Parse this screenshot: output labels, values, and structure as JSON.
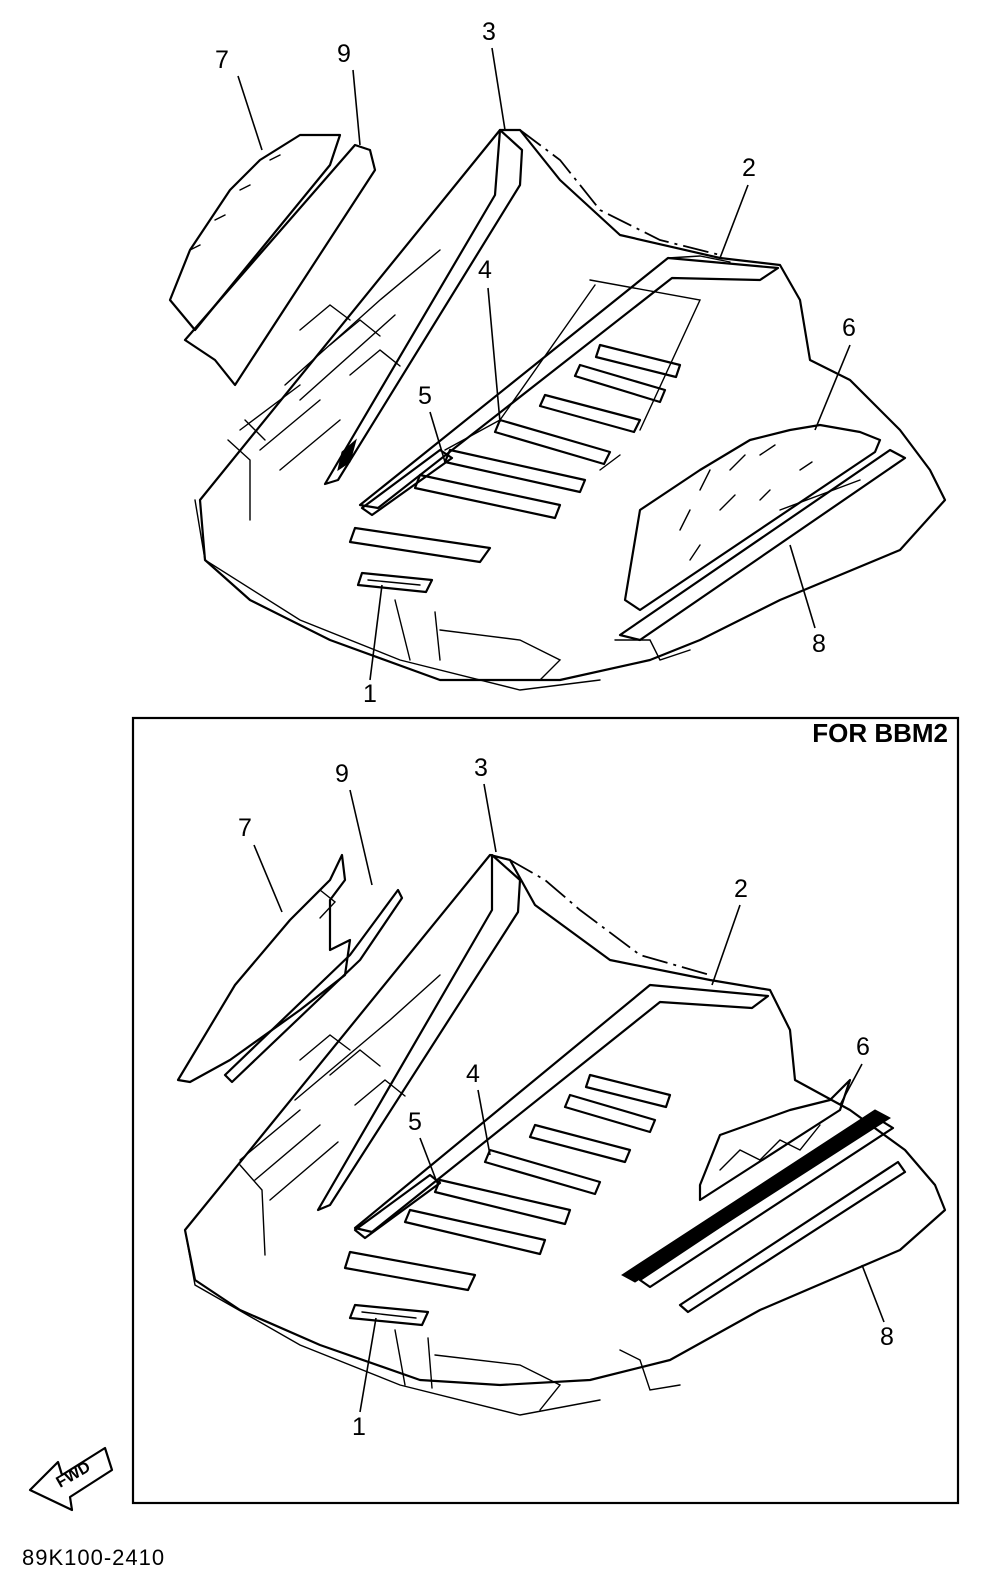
{
  "upper_view": {
    "callouts": [
      "1",
      "2",
      "3",
      "4",
      "5",
      "6",
      "7",
      "8",
      "9"
    ]
  },
  "lower_view": {
    "box_label": "FOR BBM2",
    "callouts": [
      "1",
      "2",
      "3",
      "4",
      "5",
      "6",
      "7",
      "8",
      "9"
    ]
  },
  "fwd_label": "FWD",
  "part_number": "89K100-2410"
}
